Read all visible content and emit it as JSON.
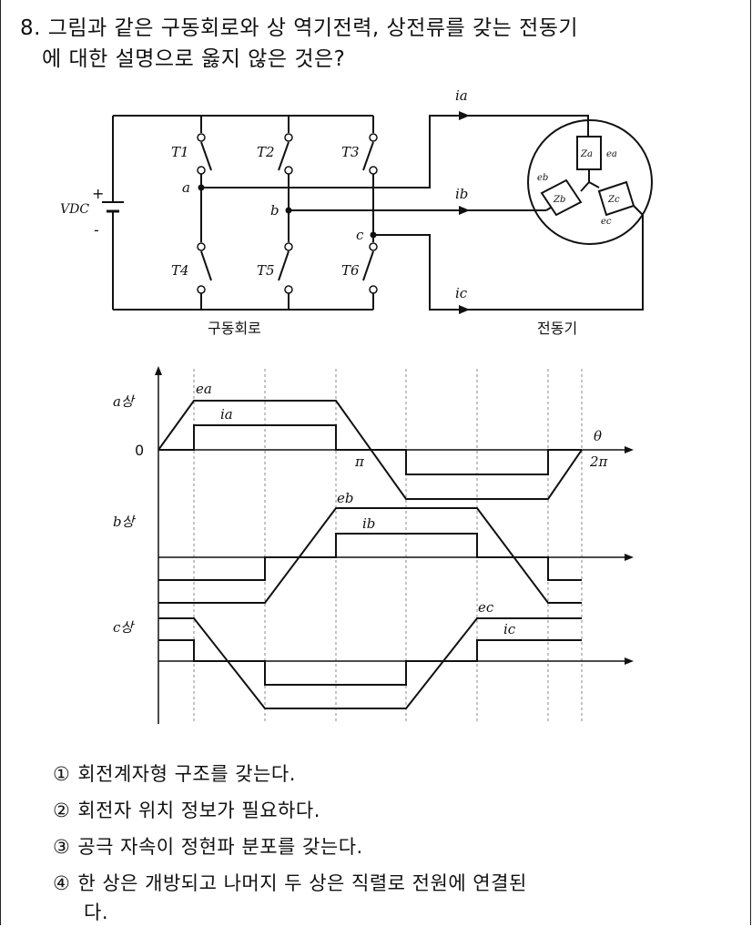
{
  "question": {
    "number": "8.",
    "line1": "그림과 같은 구동회로와 상 역기전력, 상전류를 갖는 전동기",
    "line2": "에 대한 설명으로 옳지 않은 것은?"
  },
  "circuit": {
    "switches": [
      "T1",
      "T2",
      "T3",
      "T4",
      "T5",
      "T6"
    ],
    "source_label": "VDC",
    "source_plus": "+",
    "source_minus": "-",
    "nodes": [
      "a",
      "b",
      "c"
    ],
    "currents": [
      "ia",
      "ib",
      "ic"
    ],
    "windings": [
      "Za",
      "Zb",
      "Zc"
    ],
    "emfs": [
      "ea",
      "eb",
      "ec"
    ],
    "caption_left": "구동회로",
    "caption_right": "전동기"
  },
  "waveforms": {
    "phase_labels": [
      "a상",
      "b상",
      "c상"
    ],
    "zero_label": "0",
    "theta_label": "θ",
    "pi_label": "π",
    "two_pi_label": "2π",
    "emf_labels": [
      "ea",
      "eb",
      "ec"
    ],
    "current_labels": [
      "ia",
      "ib",
      "ic"
    ]
  },
  "options": [
    {
      "num": "①",
      "text": "회전계자형 구조를 갖는다."
    },
    {
      "num": "②",
      "text": "회전자 위치 정보가 필요하다."
    },
    {
      "num": "③",
      "text": "공극 자속이 정현파 분포를 갖는다."
    },
    {
      "num": "④",
      "text": "한 상은 개방되고 나머지 두 상은 직렬로 전원에 연결된",
      "cont": "다."
    }
  ]
}
